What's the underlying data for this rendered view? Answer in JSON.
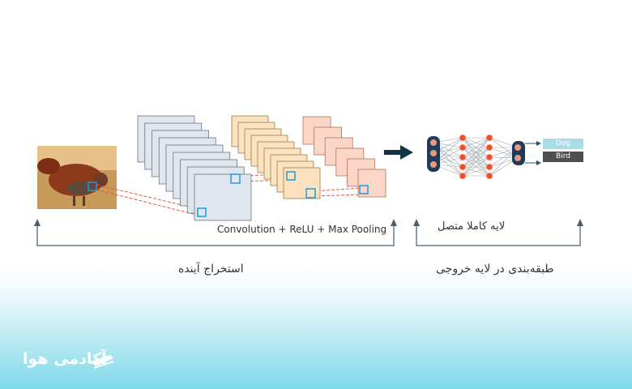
{
  "captions": {
    "pipeline": "Convolution + ReLU + Max Pooling",
    "fully_connected": "لایه کاملا متصل",
    "feature_extraction": "استخراج آینده",
    "classification": "طبقه‌بندی در لایه خروجی"
  },
  "classes": [
    "Dog",
    "Bird"
  ],
  "brand": {
    "name": "آکادمی هوا"
  },
  "colors": {
    "stack1_fill": "#dfe6ee",
    "stack1_stroke": "#6b7480",
    "stack2_fill": "#fce3bf",
    "stack2_stroke": "#9a7a50",
    "stack3_fill": "#fbd5c6",
    "stack3_stroke": "#b0735c",
    "connector": "#e85a3a",
    "highlight": "#1e9bd7",
    "node_fill": "#f04b2e",
    "node_border": "#1f3b5c",
    "arrow": "#0f3347",
    "bracket": "#4b5f6d"
  }
}
